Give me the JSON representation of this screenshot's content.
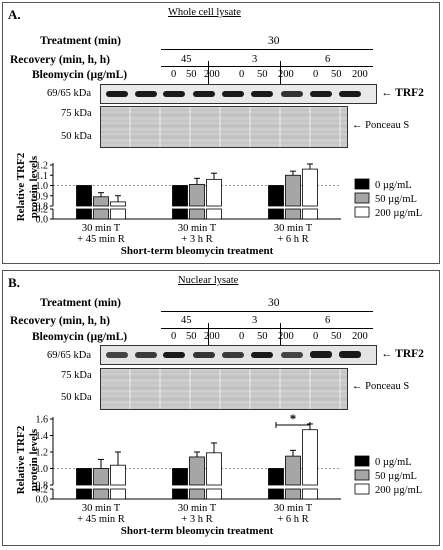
{
  "panels": [
    {
      "letter": "A.",
      "title": "Whole cell lysate",
      "treatment_label": "Treatment (min)",
      "treatment_value": "30",
      "recovery_label": "Recovery (min, h, h)",
      "recovery_values": [
        "45",
        "3",
        "6"
      ],
      "bleomycin_label": "Bleomycin (µg/mL)",
      "dose_values": [
        "0",
        "50",
        "200",
        "0",
        "50",
        "200",
        "0",
        "50",
        "200"
      ],
      "marker_top": "69/65 kDa",
      "marker_mid": "75 kDa",
      "marker_low": "50 kDa",
      "trf2_label": "TRF2",
      "ponceau_label": "Ponceau S",
      "ylabel_line1": "Relative TRF2",
      "ylabel_line2": "protein levels",
      "xlabel": "Short-term bleomycin treatment",
      "groups": [
        {
          "line1": "30 min T",
          "line2": "+ 45 min R"
        },
        {
          "line1": "30 min T",
          "line2": "+ 3 h R"
        },
        {
          "line1": "30 min T",
          "line2": "+ 6 h R"
        }
      ],
      "legend": [
        "0 µg/mL",
        "50 µg/mL",
        "200 µg/mL"
      ],
      "significance": ""
    },
    {
      "letter": "B.",
      "title": "Nuclear lysate",
      "treatment_label": "Treatment (min)",
      "treatment_value": "30",
      "recovery_label": "Recovery (min, h, h)",
      "recovery_values": [
        "45",
        "3",
        "6"
      ],
      "bleomycin_label": "Bleomycin (µg/mL)",
      "dose_values": [
        "0",
        "50",
        "200",
        "0",
        "50",
        "200",
        "0",
        "50",
        "200"
      ],
      "marker_top": "69/65 kDa",
      "marker_mid": "75 kDa",
      "marker_low": "50 kDa",
      "trf2_label": "TRF2",
      "ponceau_label": "Ponceau S",
      "ylabel_line1": "Relative TRF2",
      "ylabel_line2": "protein levels",
      "xlabel": "Short-term bleomycin treatment",
      "groups": [
        {
          "line1": "30 min T",
          "line2": "+ 45 min R"
        },
        {
          "line1": "30 min T",
          "line2": "+ 3 h R"
        },
        {
          "line1": "30 min T",
          "line2": "+ 6 h R"
        }
      ],
      "legend": [
        "0 µg/mL",
        "50 µg/mL",
        "200 µg/mL"
      ],
      "significance": "*"
    }
  ],
  "colors": {
    "dose_0": "#000000",
    "dose_50": "#a6a6a6",
    "dose_200": "#ffffff"
  },
  "chart_data": [
    {
      "type": "bar",
      "categories": [
        "30 min T + 45 min R",
        "30 min T + 3 h R",
        "30 min T + 6 h R"
      ],
      "series": [
        {
          "name": "0 µg/mL",
          "values": [
            1.0,
            1.0,
            1.0
          ]
        },
        {
          "name": "50 µg/mL",
          "values": [
            0.89,
            1.01,
            1.1
          ]
        },
        {
          "name": "200 µg/mL",
          "values": [
            0.84,
            1.06,
            1.16
          ]
        }
      ],
      "errors": [
        [
          0,
          0,
          0
        ],
        [
          0.04,
          0.06,
          0.04
        ],
        [
          0.06,
          0.06,
          0.05
        ]
      ],
      "ylabel": "Relative TRF2 protein levels",
      "xlabel": "Short-term bleomycin treatment",
      "yticks": [
        0.0,
        0.2,
        0.8,
        0.9,
        1.0,
        1.1,
        1.2
      ],
      "axis_break": true,
      "ylim_lower": [
        0.0,
        0.2
      ],
      "ylim_upper": [
        0.8,
        1.2
      ],
      "legend_position": "right"
    },
    {
      "type": "bar",
      "categories": [
        "30 min T + 45 min R",
        "30 min T + 3 h R",
        "30 min T + 6 h R"
      ],
      "series": [
        {
          "name": "0 µg/mL",
          "values": [
            1.0,
            1.0,
            1.0
          ]
        },
        {
          "name": "50 µg/mL",
          "values": [
            1.0,
            1.14,
            1.15
          ]
        },
        {
          "name": "200 µg/mL",
          "values": [
            1.04,
            1.19,
            1.47
          ]
        }
      ],
      "errors": [
        [
          0,
          0,
          0
        ],
        [
          0.11,
          0.06,
          0.07
        ],
        [
          0.16,
          0.12,
          0.07
        ]
      ],
      "ylabel": "Relative TRF2 protein levels",
      "xlabel": "Short-term bleomycin treatment",
      "yticks": [
        0.0,
        0.2,
        0.8,
        1.0,
        1.2,
        1.4,
        1.6
      ],
      "axis_break": true,
      "ylim_lower": [
        0.0,
        0.2
      ],
      "ylim_upper": [
        0.8,
        1.6
      ],
      "significance": [
        {
          "between": [
            "30 min T + 6 h R: 0 µg/mL",
            "30 min T + 6 h R: 200 µg/mL"
          ],
          "label": "*"
        }
      ],
      "legend_position": "right"
    }
  ]
}
